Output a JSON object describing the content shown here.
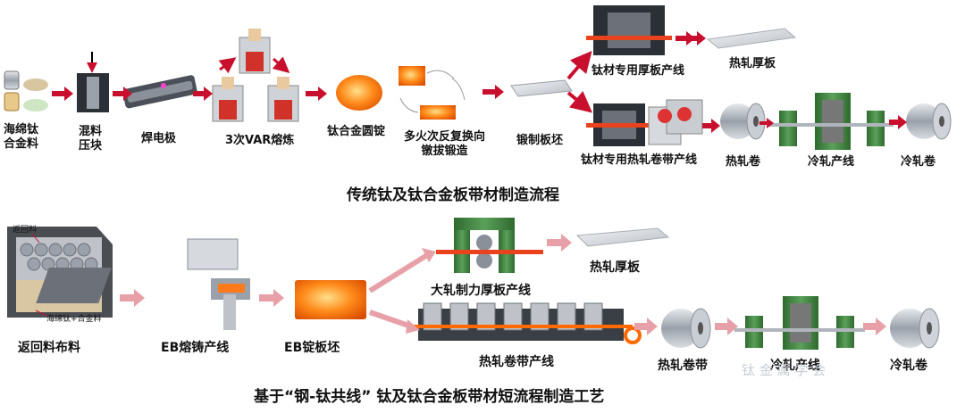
{
  "top": {
    "title": "传统钛及钛合金板带材制造流程",
    "steps": {
      "sponge": "海绵钛\n合金料",
      "press": "混料\n压块",
      "weld": "焊电极",
      "var": "3次VAR熔炼",
      "ingot": "钛合金圆锭",
      "forge": "多火次反复换向\n镦拔锻造",
      "slab": "锻制板坯",
      "plate_line": "钛材专用厚板产线",
      "plate": "热轧厚板",
      "strip_line": "钛材专用热轧卷带产线",
      "hot_coil": "热轧卷",
      "cold_line": "冷轧产线",
      "cold_coil": "冷轧卷"
    }
  },
  "bottom": {
    "title": "基于“钢-钛共线” 钛及钛合金板带材短流程制造工艺",
    "steps": {
      "scrap": "返回料布料",
      "scrap_tag": "返回料",
      "sponge_tag": "海绵钛+合金料",
      "eb_line": "EB熔铸产线",
      "eb_slab": "EB锭板坯",
      "mill": "大轧制力厚板产线",
      "plate": "热轧厚板",
      "strip_line": "热轧卷带产线",
      "hot_strip": "热轧卷带",
      "cold_line": "冷轧产线",
      "cold_coil": "冷轧卷"
    }
  },
  "watermark": "钛 金 属 学 会",
  "colors": {
    "arrow": "#c8102e",
    "hot": "#ff6a00",
    "steel": "#8a9099",
    "green": "#3a7a3a"
  }
}
